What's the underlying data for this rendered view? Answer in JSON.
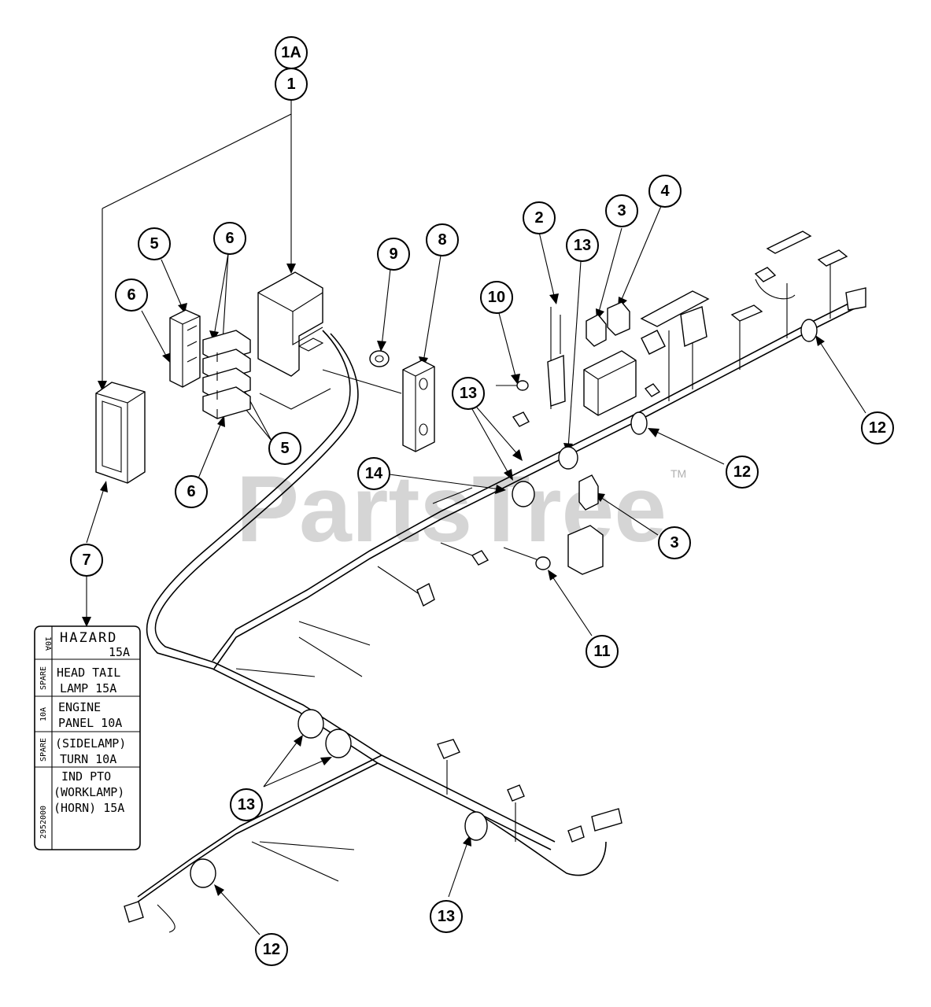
{
  "watermark": {
    "brand": "PartsTree",
    "tm": "TM"
  },
  "callouts": [
    {
      "id": "c-1a",
      "label": "1A"
    },
    {
      "id": "c-1",
      "label": "1"
    },
    {
      "id": "c-2",
      "label": "2"
    },
    {
      "id": "c-3-top",
      "label": "3"
    },
    {
      "id": "c-3-mid",
      "label": "3"
    },
    {
      "id": "c-4",
      "label": "4"
    },
    {
      "id": "c-5-top",
      "label": "5"
    },
    {
      "id": "c-5-mid",
      "label": "5"
    },
    {
      "id": "c-6-top",
      "label": "6"
    },
    {
      "id": "c-6-left",
      "label": "6"
    },
    {
      "id": "c-6-bottom",
      "label": "6"
    },
    {
      "id": "c-7",
      "label": "7"
    },
    {
      "id": "c-8",
      "label": "8"
    },
    {
      "id": "c-9",
      "label": "9"
    },
    {
      "id": "c-10",
      "label": "10"
    },
    {
      "id": "c-11",
      "label": "11"
    },
    {
      "id": "c-12-right",
      "label": "12"
    },
    {
      "id": "c-12-mid",
      "label": "12"
    },
    {
      "id": "c-12-bottom",
      "label": "12"
    },
    {
      "id": "c-13-top",
      "label": "13"
    },
    {
      "id": "c-13-left",
      "label": "13"
    },
    {
      "id": "c-13-lower-left",
      "label": "13"
    },
    {
      "id": "c-13-bottom",
      "label": "13"
    },
    {
      "id": "c-14",
      "label": "14"
    }
  ],
  "fuse_label": {
    "rows": [
      {
        "side": "10A",
        "line1": "HAZARD",
        "line2": "15A"
      },
      {
        "side": "SPARE",
        "line1": "HEAD TAIL",
        "line2": "LAMP 15A"
      },
      {
        "side": "10A",
        "line1": "ENGINE",
        "line2": "PANEL  10A"
      },
      {
        "side": "SPARE",
        "line1": "(SIDELAMP)",
        "line2": "TURN 10A"
      },
      {
        "side": "2952000",
        "line1": "IND PTO",
        "line2": "(WORKLAMP)",
        "line3": "(HORN) 15A"
      }
    ]
  }
}
